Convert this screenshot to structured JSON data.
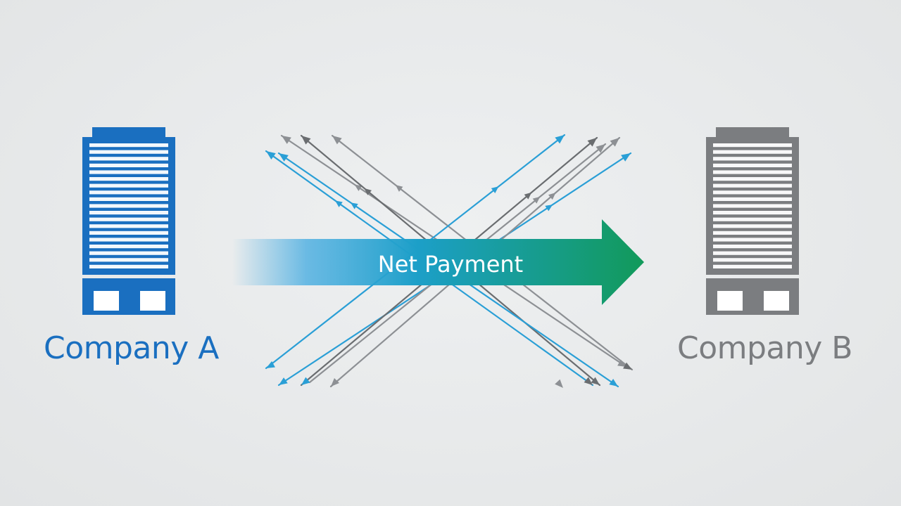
{
  "company_a": {
    "label": "Company A",
    "color": "#1a6fc0"
  },
  "company_b": {
    "label": "Company B",
    "color": "#7b7d80"
  },
  "net_arrow": {
    "label": "Net Payment",
    "gradient_start": "#3fa9e0",
    "gradient_mid": "#1c9fc8",
    "gradient_end": "#129a5a"
  },
  "flow_arrows": {
    "blue": "#2a9fd6",
    "gray_light": "#8d9094",
    "gray_dark": "#6a6d70"
  },
  "icons": [
    "building-icon",
    "building-icon",
    "arrow-right-icon"
  ]
}
